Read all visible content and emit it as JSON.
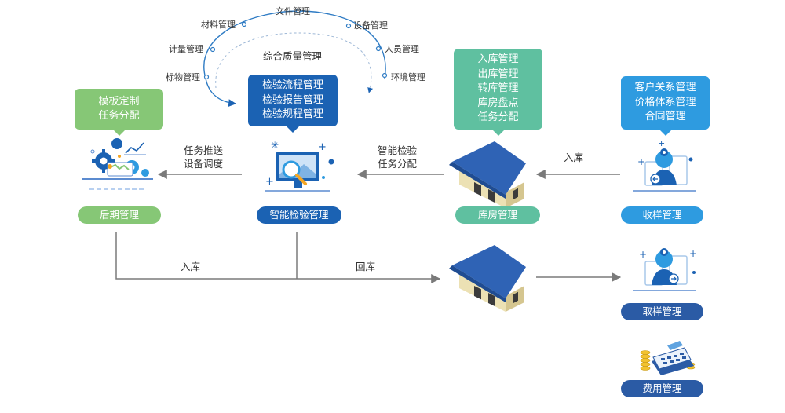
{
  "colors": {
    "green": "#86c776",
    "dark_blue": "#1b62b3",
    "teal": "#5fc0a0",
    "light_blue": "#2e9be0",
    "navy": "#2b5ba5",
    "arrow": "#7a7a7a"
  },
  "quality_ring": {
    "center_label": "综合质量管理",
    "items": [
      "文件管理",
      "设备管理",
      "人员管理",
      "环境管理",
      "材料管理",
      "计量管理",
      "标物管理"
    ]
  },
  "nodes": {
    "later": {
      "callout": [
        "模板定制",
        "任务分配"
      ],
      "name": "后期管理",
      "icon": "gear-chart-icon"
    },
    "inspection": {
      "callout": [
        "检验流程管理",
        "检验报告管理",
        "检验规程管理"
      ],
      "name": "智能检验管理",
      "icon": "monitor-magnifier-icon"
    },
    "warehouse": {
      "callout": [
        "入库管理",
        "出库管理",
        "转库管理",
        "库房盘点",
        "任务分配"
      ],
      "name": "库房管理",
      "icon": "warehouse-icon"
    },
    "sample_receive": {
      "callout": [
        "客户关系管理",
        "价格体系管理",
        "合同管理"
      ],
      "name": "收样管理",
      "icon": "person-documents-icon"
    },
    "sample_take": {
      "name": "取样管理",
      "icon": "person-documents-icon"
    },
    "fee": {
      "name": "费用管理",
      "icon": "calculator-coins-icon"
    }
  },
  "edges": {
    "receive_to_warehouse": "入库",
    "warehouse_to_inspection": [
      "智能检验",
      "任务分配"
    ],
    "inspection_to_later": [
      "任务推送",
      "设备调度"
    ],
    "later_stock_in": "入库",
    "inspection_return": "回库"
  }
}
